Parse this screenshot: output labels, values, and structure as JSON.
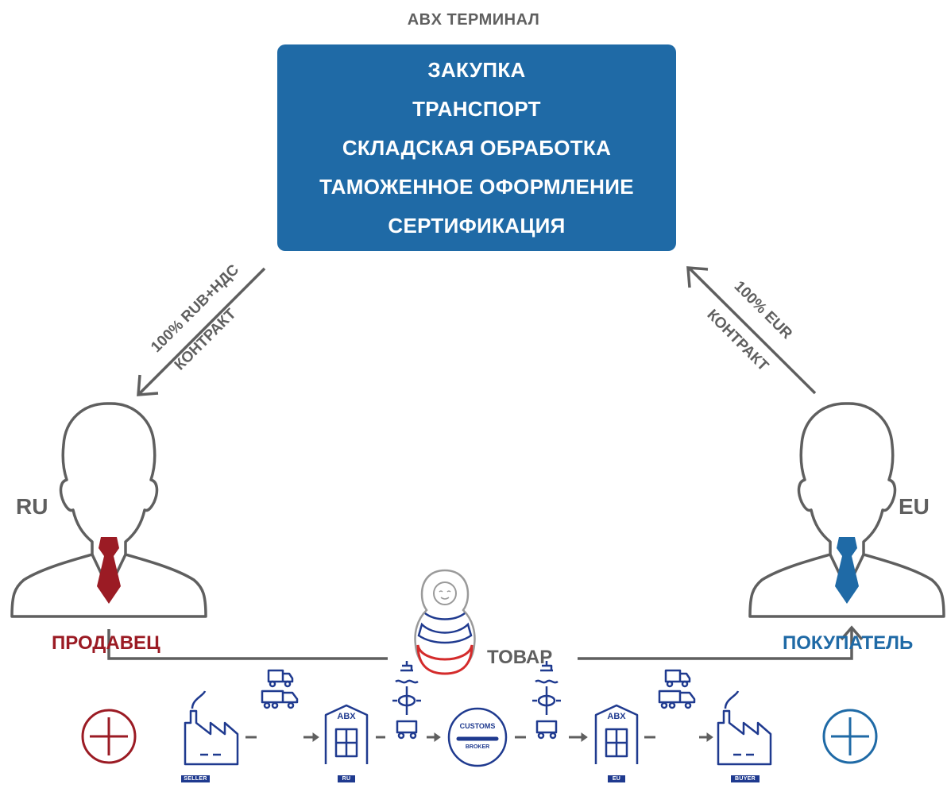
{
  "header": {
    "title": "ABX ТЕРМИНАЛ"
  },
  "services": [
    "ЗАКУПКА",
    "ТРАНСПОРТ",
    "СКЛАДСКАЯ ОБРАБОТКА",
    "ТАМОЖЕННОЕ ОФОРМЛЕНИЕ",
    "СЕРТИФИКАЦИЯ"
  ],
  "left_flow": {
    "line1": "100% RUB+НДС",
    "line2": "КОНТРАКТ"
  },
  "right_flow": {
    "line1": "100% EUR",
    "line2": "КОНТРАКТ"
  },
  "parties": {
    "left": "RU",
    "right": "EU"
  },
  "goods": {
    "label": "ТОВАР"
  },
  "roles": {
    "seller": "ПРОДАВЕЦ",
    "buyer": "ПОКУПАТЕЛЬ"
  },
  "chain": {
    "seller_tag": "SELLER",
    "warehouse_text": "ABX",
    "ru_tag": "RU",
    "customs_top": "CUSTOMS",
    "customs_bottom": "BROKER",
    "eu_tag": "EU",
    "buyer_tag": "BUYER"
  },
  "colors": {
    "brand_blue": "#1f6aa6",
    "ru_red": "#9b1b24",
    "eu_blue": "#1f6aa6",
    "gray": "#5f5f5f",
    "chain_navy": "#1f3a8f"
  }
}
